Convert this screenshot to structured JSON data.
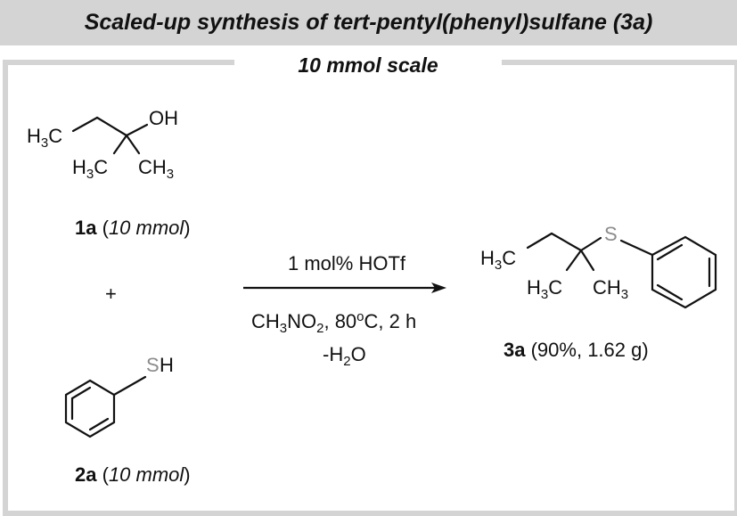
{
  "title": "Scaled-up synthesis of tert-pentyl(phenyl)sulfane (3a)",
  "subtitle": "10 mmol scale",
  "reactant1": {
    "atoms": {
      "oh": "OH",
      "h3c": "H3C",
      "h3c2": "H3C",
      "ch3": "CH3"
    },
    "id": "1a",
    "amount": "10 mmol"
  },
  "plus": "+",
  "reactant2": {
    "atoms": {
      "s": "S",
      "h": "H"
    },
    "id": "2a",
    "amount": "10 mmol"
  },
  "conditions": {
    "catalyst": "1 mol% HOTf",
    "solvent_temp_time": "CH3NO2, 80oC, 2 h",
    "byproduct": "-H2O"
  },
  "product": {
    "atoms": {
      "s": "S",
      "h3c": "H3C",
      "h3c2": "H3C",
      "ch3": "CH3"
    },
    "id": "3a",
    "yield": "(90%, 1.62 g)"
  }
}
